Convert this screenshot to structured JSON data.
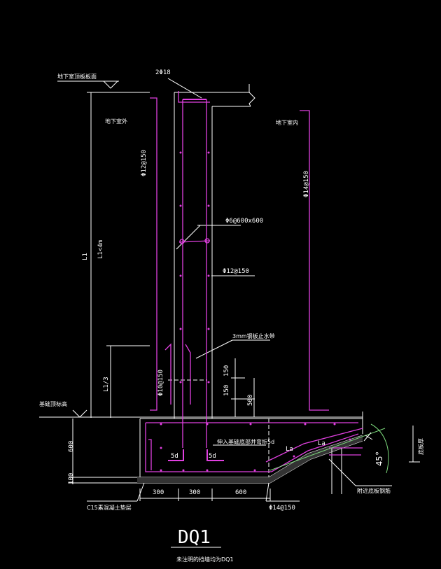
{
  "labels": {
    "basement_top": "地下室顶板板面",
    "rebar_top": "2Φ18",
    "outside": "地下室外",
    "inside": "地下室内",
    "rebar_left_vert": "Φ12@150",
    "rebar_right_vert": "Φ14@150",
    "tie_bar": "Φ6@600x600",
    "horiz_bar": "Φ12@150",
    "l1": "L1",
    "l1_limit": "L1<4m",
    "l1_third": "L1/3",
    "waterstop": "3mm钢板止水带",
    "dowel": "Φ10@150",
    "dim_150a": "150",
    "dim_150b": "150",
    "dim_500": "500",
    "foundation_level": "基础顶标高",
    "anchor_note": "伸入基础底部并弯折5d",
    "la1": "La",
    "la2": "La",
    "d5a": "5d",
    "d5b": "5d",
    "dim_600": "600",
    "dim_100": "100",
    "bottom_300a": "300",
    "bottom_300b": "300",
    "bottom_600": "600",
    "cushion": "C15素混凝土垫层",
    "bottom_bar": "Φ14@150",
    "angle": "45°",
    "base_thickness": "底板厚",
    "base_bar": "附近底板钢筋",
    "title": "DQ1",
    "note": "未注明的挡墙均为DQ1"
  }
}
